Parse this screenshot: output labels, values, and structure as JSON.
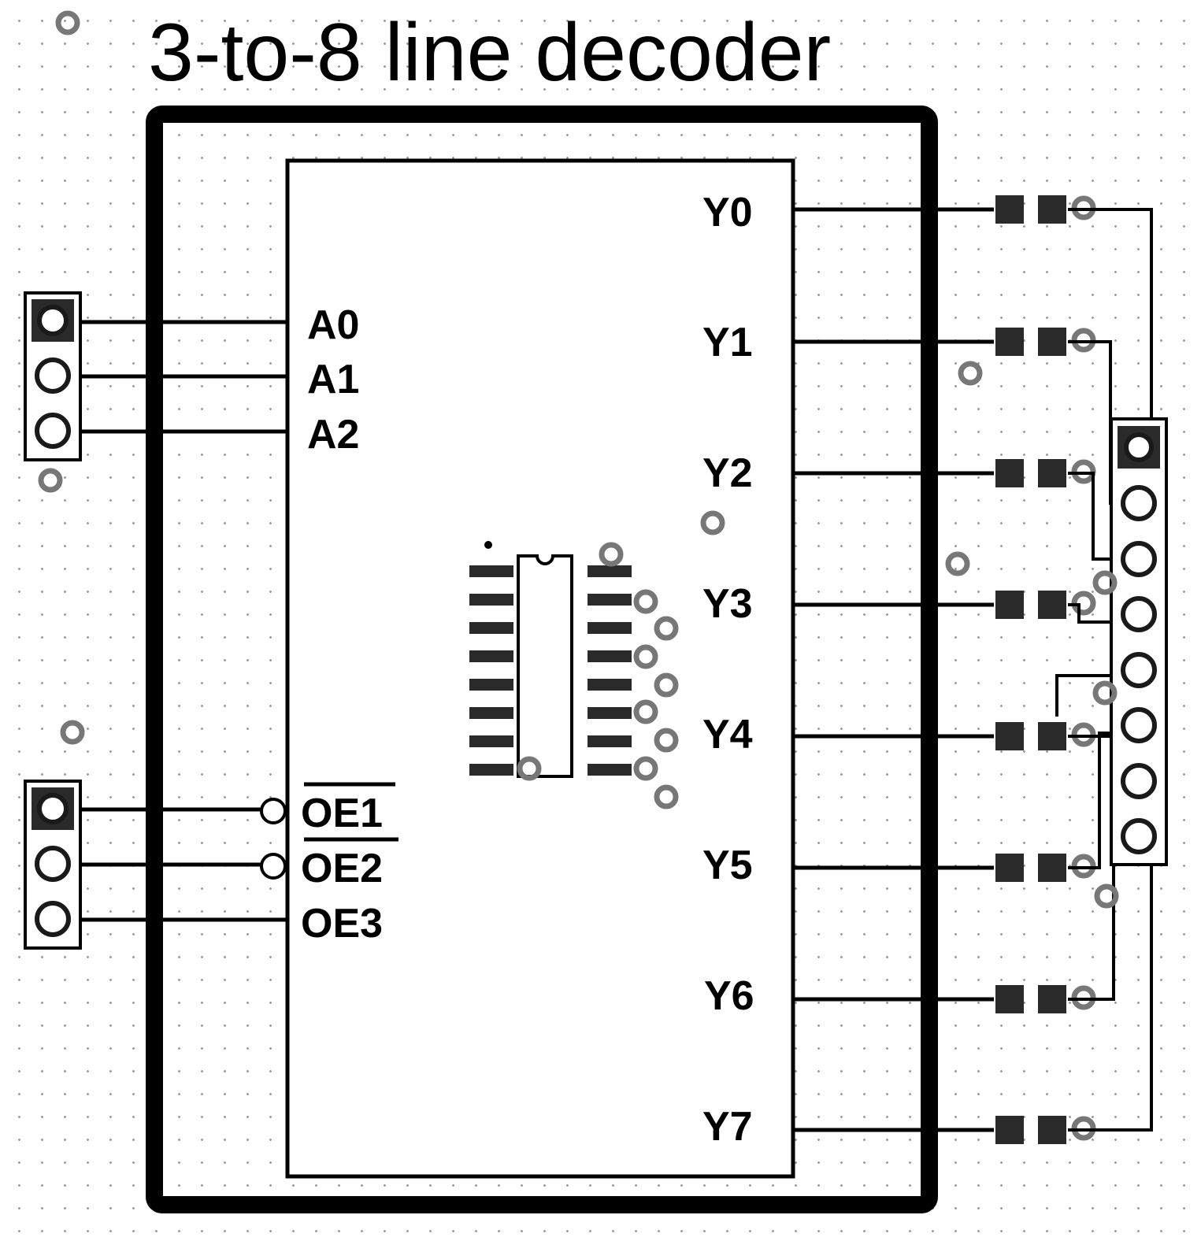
{
  "title": "3-to-8 line decoder",
  "inputs": {
    "address": [
      "A0",
      "A1",
      "A2"
    ],
    "enables": [
      "OE1",
      "OE2",
      "OE3"
    ]
  },
  "outputs": [
    "Y0",
    "Y1",
    "Y2",
    "Y3",
    "Y4",
    "Y5",
    "Y6",
    "Y7"
  ],
  "colors": {
    "ink": "#000000",
    "pad": "#2a2a2a",
    "via": "#777777",
    "grid": "#9a9a9a"
  }
}
